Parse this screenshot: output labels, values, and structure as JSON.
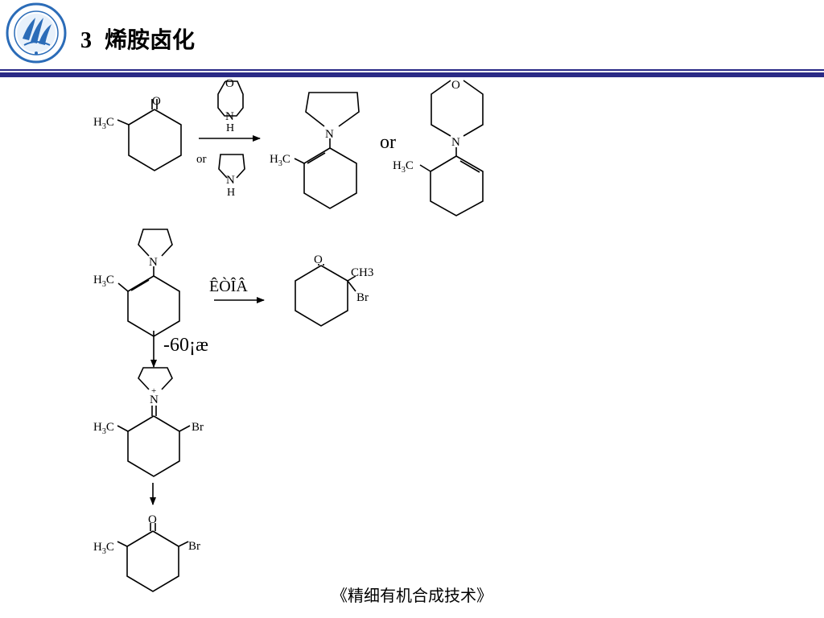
{
  "slide": {
    "section_number": "3",
    "title": "烯胺卤化",
    "footer": "《精细有机合成技术》"
  },
  "scheme": {
    "atom_O": "O",
    "atom_N": "N",
    "atom_NH": "H",
    "atom_Br": "Br",
    "atom_CH3": "CH3",
    "methyl_H": "H",
    "methyl_sub": "3",
    "methyl_C": "C",
    "or_small": "or",
    "or_large": "or",
    "reagent_garbled": "ÊÒÎÂ",
    "temperature_garbled": "-60¡æ",
    "plus": "+"
  },
  "colors": {
    "header_rule": "#2a2a86",
    "logo_primary": "#2b6cb8"
  }
}
